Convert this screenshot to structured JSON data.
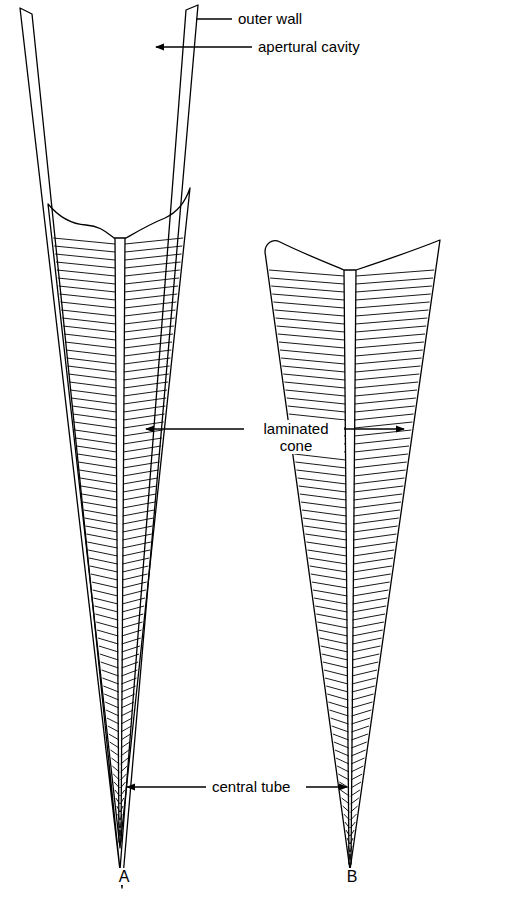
{
  "diagram": {
    "labels": [
      "outer wall",
      "apertural cavity",
      "laminated cone",
      "central tube",
      "A",
      "B"
    ]
  }
}
